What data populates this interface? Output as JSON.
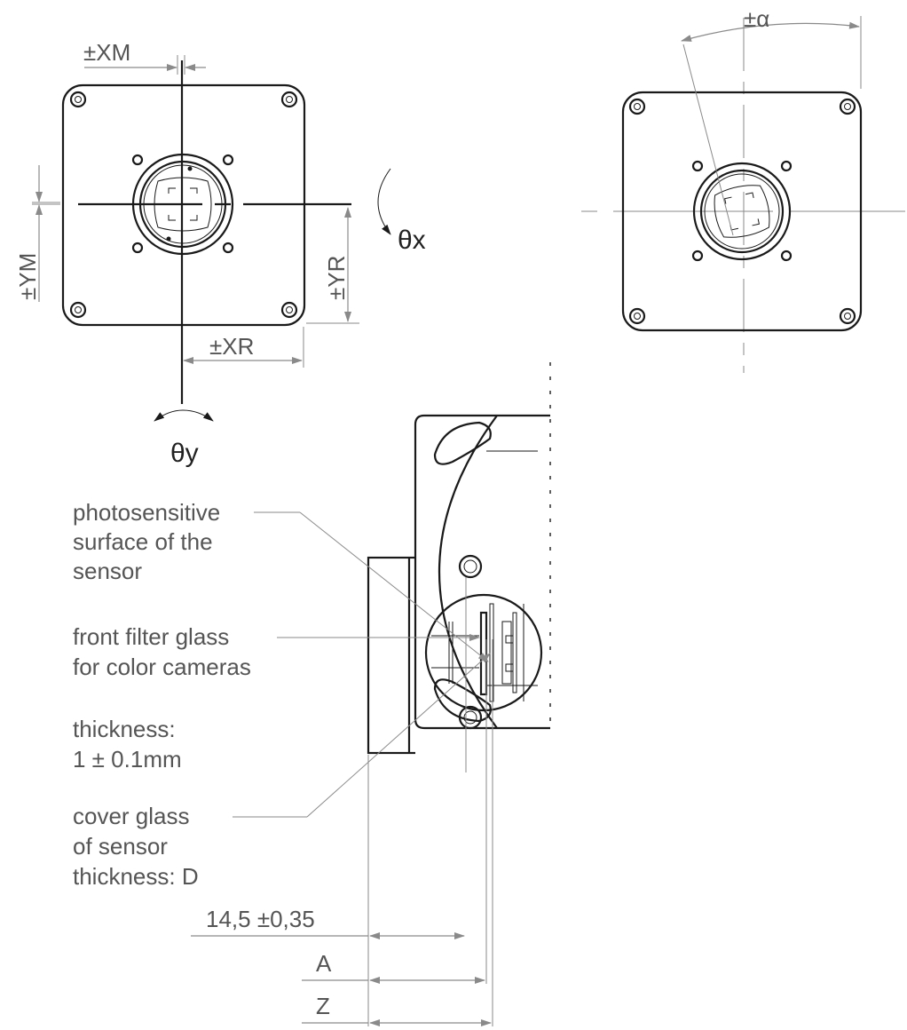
{
  "front_view_labels": {
    "xm": "±XM",
    "ym": "±YM",
    "yr": "±YR",
    "xr": "±XR",
    "theta_x": "θx",
    "theta_y": "θy"
  },
  "rotated_view_labels": {
    "alpha": "±α"
  },
  "side_view_callouts": {
    "photosensitive": [
      "photosensitive",
      "surface of the",
      "sensor"
    ],
    "filter_glass": [
      "front filter glass",
      "for color cameras"
    ],
    "thickness": [
      "thickness:",
      "1 ± 0.1mm"
    ],
    "cover_glass": [
      "cover glass",
      "of sensor",
      "thickness: D"
    ]
  },
  "dimension_labels": {
    "flange": "14,5 ±0,35",
    "a": "A",
    "z": "Z"
  },
  "colors": {
    "line": "#1a1a1a",
    "dimension": "#8a8a8a",
    "text": "#555555"
  }
}
